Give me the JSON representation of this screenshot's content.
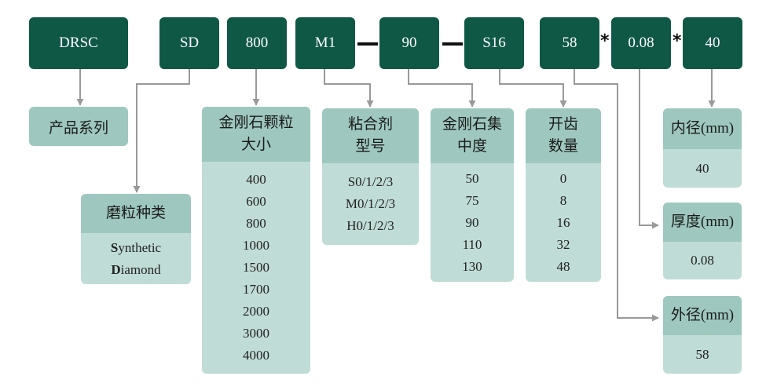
{
  "codes": [
    "DRSC",
    "SD",
    "800",
    "M1",
    "90",
    "S16",
    "58",
    "0.08",
    "40"
  ],
  "separators": {
    "dash": "—",
    "star": "*"
  },
  "series": {
    "label": "产品系列"
  },
  "abrasive": {
    "title": "磨粒种类",
    "line1_lead": "S",
    "line1_rest": "ynthetic",
    "line2_lead": "D",
    "line2_rest": "iamond"
  },
  "grit": {
    "title_line1": "金刚石颗粒",
    "title_line2": "大小",
    "values": [
      "400",
      "600",
      "800",
      "1000",
      "1500",
      "1700",
      "2000",
      "3000",
      "4000"
    ]
  },
  "bond": {
    "title_line1": "粘合剂",
    "title_line2": "型号",
    "values": [
      "S0/1/2/3",
      "M0/1/2/3",
      "H0/1/2/3"
    ]
  },
  "concentration": {
    "title_line1": "金刚石集",
    "title_line2": "中度",
    "values": [
      "50",
      "75",
      "90",
      "110",
      "130"
    ]
  },
  "teeth": {
    "title_line1": "开齿",
    "title_line2": "数量",
    "values": [
      "0",
      "8",
      "16",
      "32",
      "48"
    ]
  },
  "inner_diameter": {
    "title": "内径(mm)",
    "value": "40"
  },
  "thickness": {
    "title": "厚度(mm)",
    "value": "0.08"
  },
  "outer_diameter": {
    "title": "外径(mm)",
    "value": "58"
  },
  "colors": {
    "dark": "#0f5846",
    "mid": "#9ec8bf",
    "light": "#c0dcd6",
    "arrow": "#999999"
  }
}
